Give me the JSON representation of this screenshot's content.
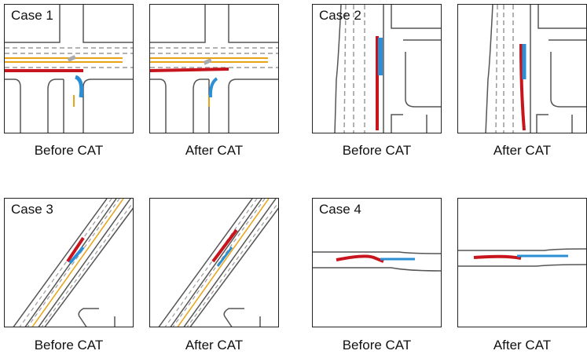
{
  "cases": [
    {
      "label": "Case 1",
      "before_caption": "Before CAT",
      "after_caption": "After CAT"
    },
    {
      "label": "Case 2",
      "before_caption": "Before CAT",
      "after_caption": "After CAT"
    },
    {
      "label": "Case 3",
      "before_caption": "Before CAT",
      "after_caption": "After CAT"
    },
    {
      "label": "Case 4",
      "before_caption": "Before CAT",
      "after_caption": "After CAT"
    }
  ],
  "colors": {
    "ego_trajectory": "#c8141c",
    "adversary_trajectory": "#2a8fd6",
    "lane_yellow": "#e8a317",
    "road_edge": "#555555",
    "lane_dash": "#9a9a9a"
  }
}
